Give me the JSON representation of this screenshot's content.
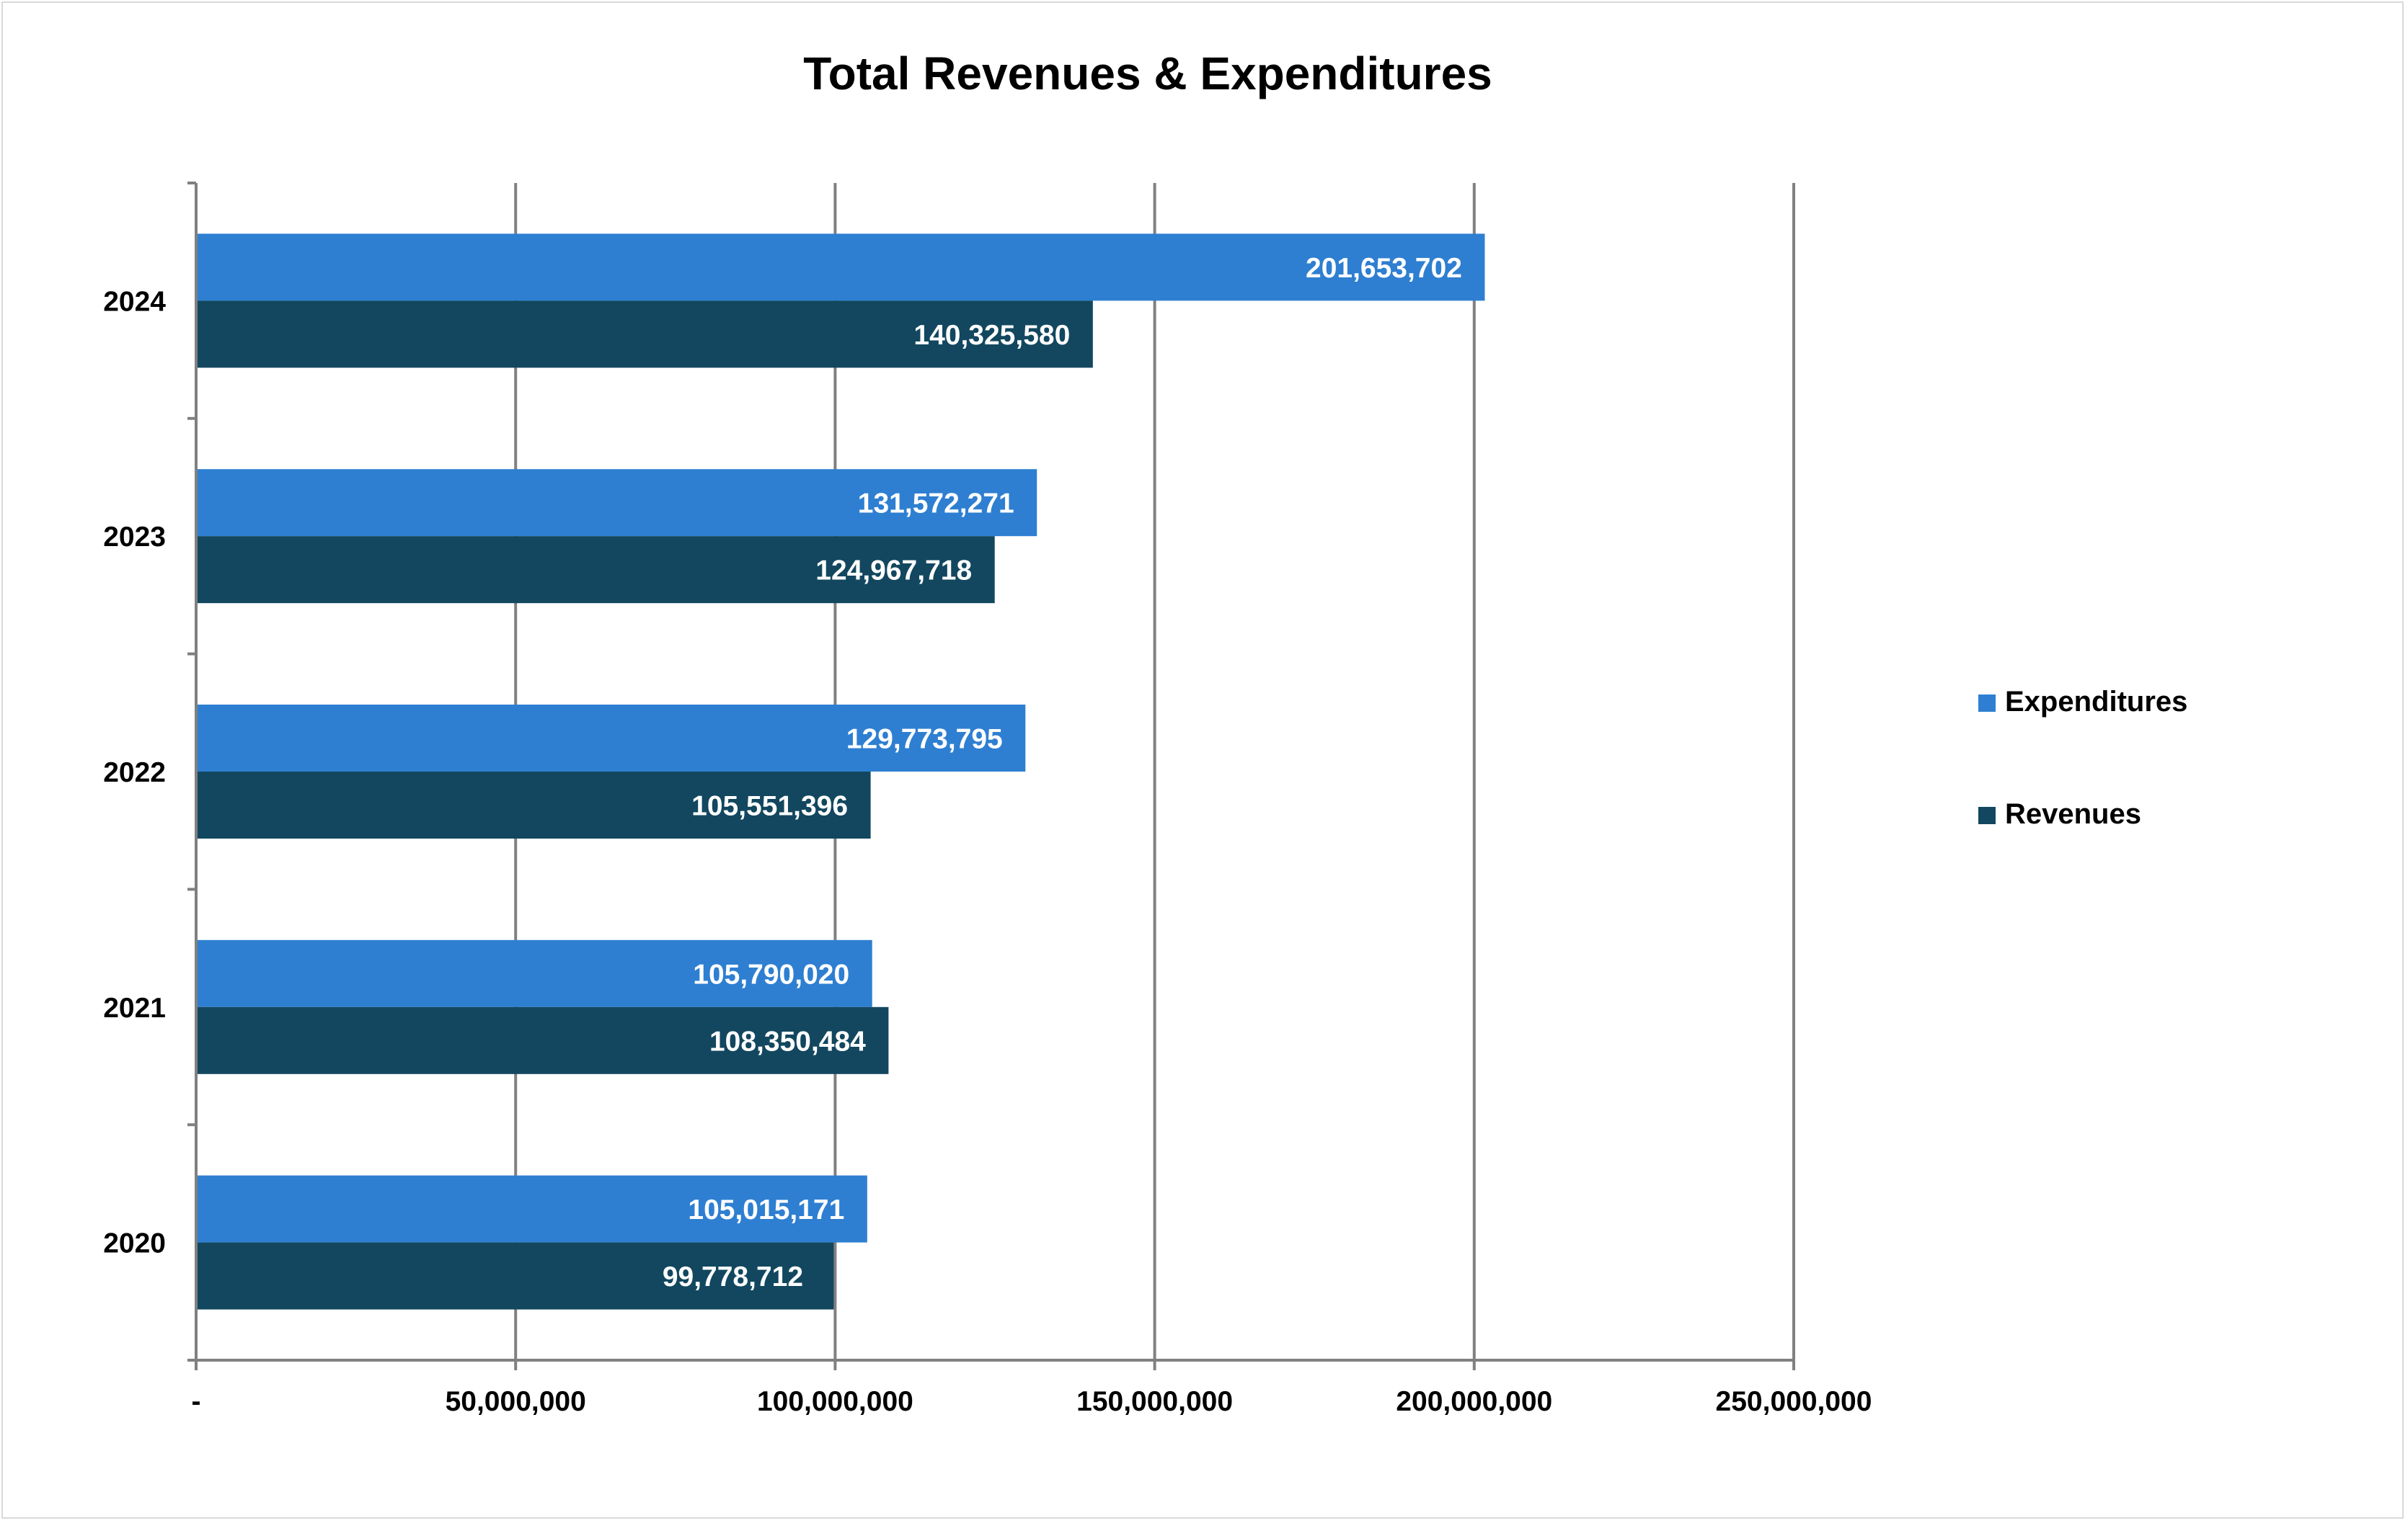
{
  "chart_data": {
    "type": "bar",
    "orientation": "horizontal",
    "title": "Total Revenues & Expenditures",
    "categories": [
      "2024",
      "2023",
      "2022",
      "2021",
      "2020"
    ],
    "series": [
      {
        "name": "Expenditures",
        "color": "#2e7fd1",
        "values": [
          201653702,
          131572271,
          129773795,
          105790020,
          105015171
        ],
        "labels": [
          "201,653,702",
          "131,572,271",
          "129,773,795",
          "105,790,020",
          "105,015,171"
        ]
      },
      {
        "name": "Revenues",
        "color": "#12475f",
        "values": [
          140325580,
          124967718,
          105551396,
          108350484,
          99778712
        ],
        "labels": [
          "140,325,580",
          "124,967,718",
          "105,551,396",
          "108,350,484",
          "99,778,712"
        ]
      }
    ],
    "xlim": [
      0,
      250000000
    ],
    "x_ticks": [
      0,
      50000000,
      100000000,
      150000000,
      200000000,
      250000000
    ],
    "x_tick_labels": [
      "-",
      "50,000,000",
      "100,000,000",
      "150,000,000",
      "200,000,000",
      "250,000,000"
    ],
    "grid": true,
    "legend": {
      "position": "right",
      "entries": [
        "Expenditures",
        "Revenues"
      ]
    }
  }
}
